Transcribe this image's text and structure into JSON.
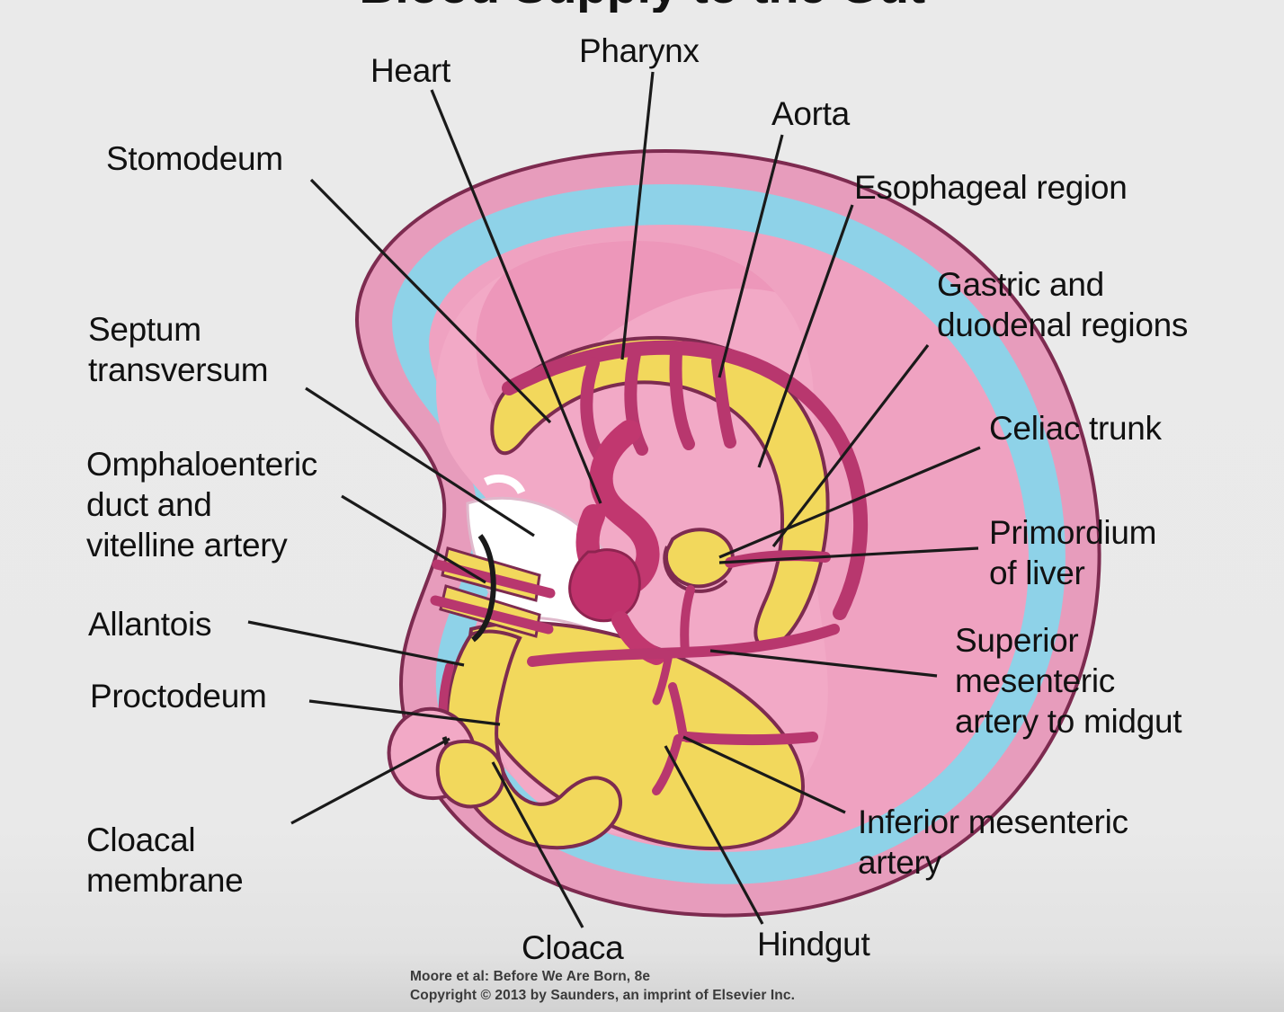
{
  "title": "Blood Supply to the Gut",
  "figure": {
    "alt_title": "Embryo sagittal section showing blood supply to the primitive gut",
    "colors": {
      "background": "#e9e9e9",
      "amnion_blue": "#8ed2e8",
      "body_pink": "#f0a3c2",
      "pale_pink": "#f3b8d0",
      "outer_pink_ring": "#e8a0bf",
      "gut_yellow": "#f2d85c",
      "vessel_crimson": "#b8376e",
      "vessel_dark": "#a32e60",
      "heart_deep": "#c1376f",
      "outline_dark": "#6d2246",
      "white_cavity": "#ffffff",
      "leader_line": "#1a1a1a",
      "text": "#111111"
    }
  },
  "labels_left": [
    {
      "id": "stomodeum",
      "text": "Stomodeum"
    },
    {
      "id": "septum-transversum",
      "text": "Septum\ntransversum"
    },
    {
      "id": "omphaloenteric-duct",
      "text": "Omphaloenteric\nduct and\nvitelline artery"
    },
    {
      "id": "allantois",
      "text": "Allantois"
    },
    {
      "id": "proctodeum",
      "text": "Proctodeum"
    },
    {
      "id": "cloacal-membrane",
      "text": "Cloacal\nmembrane"
    }
  ],
  "labels_top": [
    {
      "id": "heart",
      "text": "Heart"
    },
    {
      "id": "pharynx",
      "text": "Pharynx"
    },
    {
      "id": "aorta",
      "text": "Aorta"
    }
  ],
  "labels_right": [
    {
      "id": "esophageal-region",
      "text": "Esophageal region"
    },
    {
      "id": "gastric-duodenal-regions",
      "text": "Gastric and\nduodenal regions"
    },
    {
      "id": "celiac-trunk",
      "text": "Celiac trunk"
    },
    {
      "id": "primordium-of-liver",
      "text": "Primordium\nof liver"
    },
    {
      "id": "superior-mesenteric-artery",
      "text": "Superior\nmesenteric\nartery to midgut"
    },
    {
      "id": "inferior-mesenteric-artery",
      "text": "Inferior mesenteric\nartery"
    }
  ],
  "labels_bottom": [
    {
      "id": "cloaca",
      "text": "Cloaca"
    },
    {
      "id": "hindgut",
      "text": "Hindgut"
    }
  ],
  "credit": {
    "source": "Moore et al: Before We Are Born, 8e",
    "copyright": "Copyright © 2013 by Saunders, an imprint of Elsevier Inc."
  }
}
